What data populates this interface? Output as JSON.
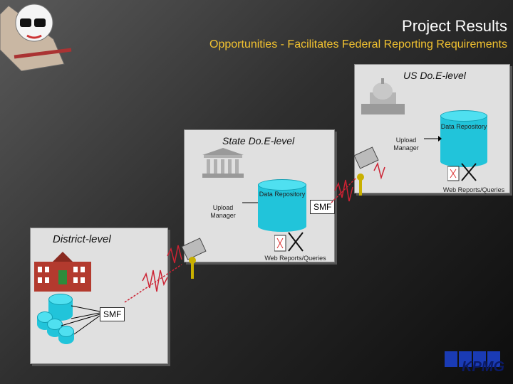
{
  "header": {
    "title": "Project Results",
    "subtitle": "Opportunities - Facilitates Federal Reporting Requirements"
  },
  "levels": {
    "us": {
      "label": "US Do.E-level",
      "upload_manager": "Upload Manager",
      "data_repository": "Data Repository",
      "web_reports": "Web Reports/Queries"
    },
    "state": {
      "label": "State Do.E-level",
      "upload_manager": "Upload Manager",
      "data_repository": "Data Repository",
      "smf": "SMF",
      "web_reports": "Web Reports/Queries"
    },
    "district": {
      "label": "District-level",
      "smf": "SMF"
    }
  },
  "brand": {
    "logo_text": "KPMG"
  },
  "colors": {
    "accent": "#f2c230",
    "repository": "#21c4da",
    "logo": "#1a3bb5"
  }
}
